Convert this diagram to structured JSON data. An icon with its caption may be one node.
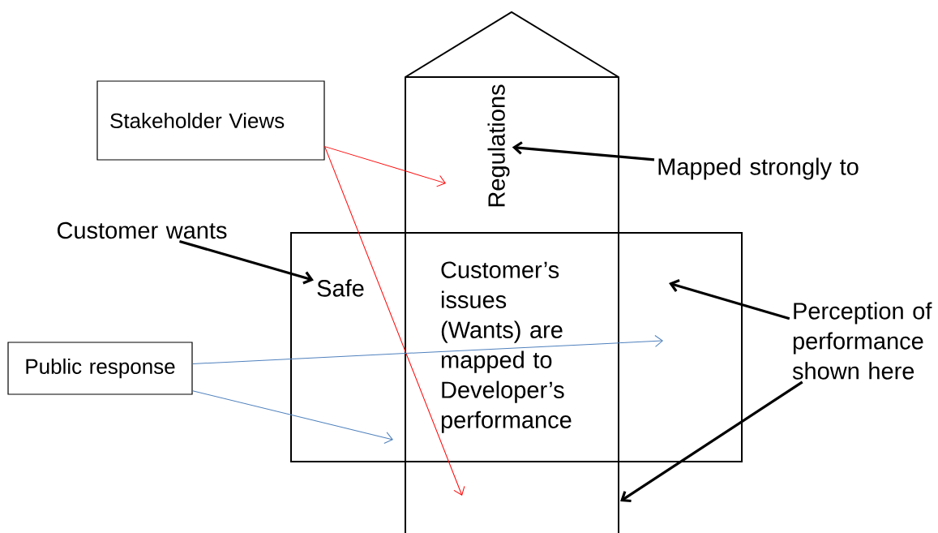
{
  "diagram": {
    "nodes": [
      {
        "text": [
          "Stakeholder Views"
        ]
      },
      {
        "text": [
          "Regulations"
        ]
      },
      {
        "text": [
          "Mapped strongly to"
        ]
      },
      {
        "text": [
          "Customer wants"
        ]
      },
      {
        "text": [
          "Safe"
        ]
      },
      {
        "text": [
          "Customer’s issues (Wants) are mapped to Developer’s performance"
        ]
      },
      {
        "text": [
          "Public response"
        ]
      },
      {
        "text": [
          "Perception of performance shown here"
        ]
      }
    ],
    "edges": [
      {
        "from": 0,
        "to": null,
        "arrow": "to",
        "color": "#ff0000"
      },
      {
        "from": 0,
        "to": null,
        "arrow": "to",
        "color": "#ff0000"
      },
      {
        "from": 2,
        "to": 1,
        "arrow": "to",
        "style": "thick"
      },
      {
        "from": 3,
        "to": 4,
        "arrow": "to",
        "style": "thick"
      },
      {
        "from": 6,
        "to": null,
        "arrow": "to",
        "color": "#4f81bd"
      },
      {
        "from": 6,
        "to": null,
        "arrow": "to",
        "color": "#4f81bd"
      },
      {
        "from": 7,
        "to": null,
        "arrow": "to",
        "style": "thick"
      },
      {
        "from": 7,
        "to": null,
        "arrow": "to",
        "style": "thick"
      }
    ]
  }
}
